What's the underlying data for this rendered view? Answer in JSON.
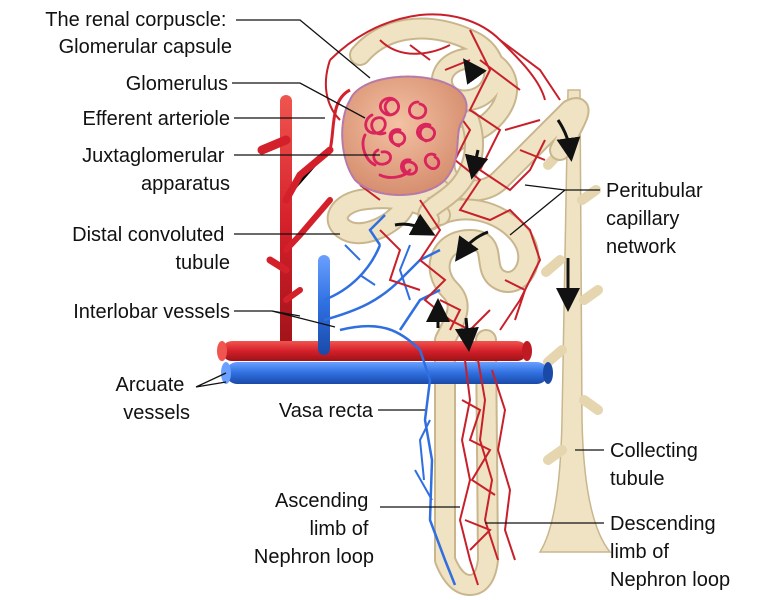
{
  "labels": {
    "renal_corpuscle": [
      "The renal corpuscle:",
      "Glomerular capsule"
    ],
    "glomerulus": [
      "Glomerulus"
    ],
    "efferent_arteriole": [
      "Efferent arteriole"
    ],
    "juxtaglomerular": [
      "Juxtaglomerular",
      "apparatus"
    ],
    "distal_convoluted": [
      "Distal convoluted",
      "tubule"
    ],
    "interlobar": [
      "Interlobar vessels"
    ],
    "arcuate": [
      "Arcuate",
      "vessels"
    ],
    "vasa_recta": [
      "Vasa recta"
    ],
    "ascending_limb": [
      "Ascending",
      "limb of",
      "Nephron loop"
    ],
    "peritubular": [
      "Peritubular",
      "capillary",
      "network"
    ],
    "collecting": [
      "Collecting",
      "tubule"
    ],
    "descending_limb": [
      "Descending",
      "limb of",
      "Nephron loop"
    ]
  },
  "colors": {
    "tubule": "#efe3c4",
    "tubule_edge": "#c9b68d",
    "artery": "#d8242a",
    "vein": "#2f6fe0",
    "capsule": "#e2a383",
    "glomerulus": "#d9245c"
  }
}
